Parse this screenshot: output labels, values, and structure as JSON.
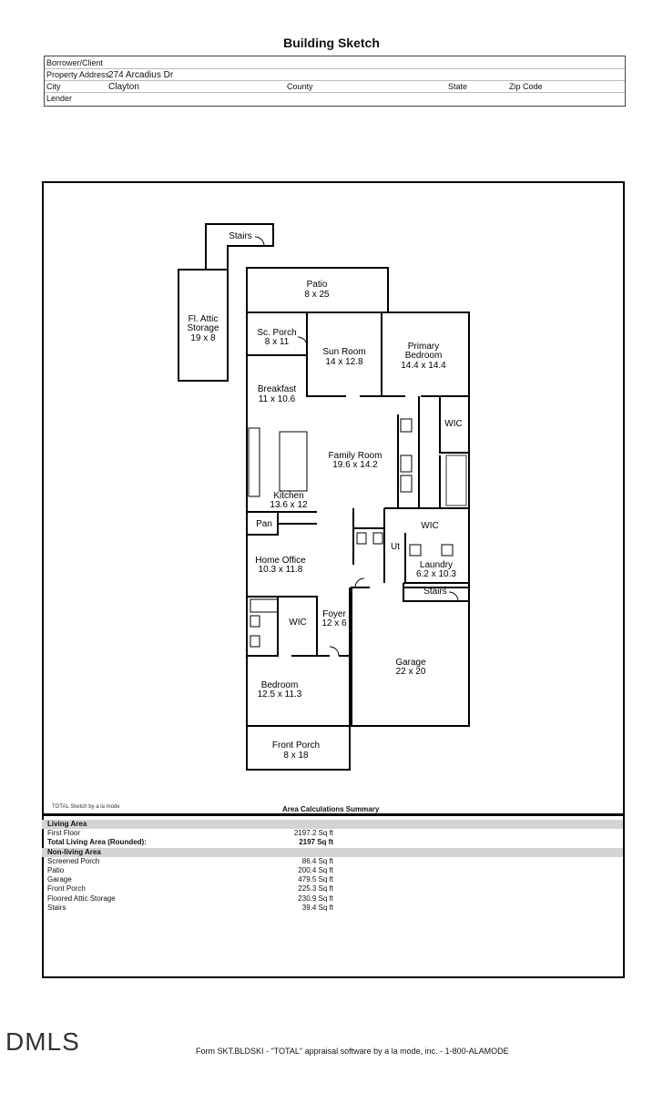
{
  "title": "Building Sketch",
  "header": {
    "borrower_label": "Borrower/Client",
    "address_label": "Property Address",
    "address": "274 Arcadius Dr",
    "city_label": "City",
    "city": "Clayton",
    "county_label": "County",
    "state_label": "State",
    "zip_label": "Zip Code",
    "lender_label": "Lender"
  },
  "rooms": {
    "stairs_top": "Stairs",
    "attic": "Fl. Attic",
    "attic2": "Storage",
    "attic_dim": "19 x 8",
    "patio": "Patio",
    "patio_dim": "8 x 25",
    "scporch": "Sc. Porch",
    "scporch_dim": "8 x 11",
    "sunroom": "Sun Room",
    "sunroom_dim": "14 x 12.8",
    "primary": "Primary",
    "primary2": "Bedroom",
    "primary_dim": "14.4 x 14.4",
    "breakfast": "Breakfast",
    "breakfast_dim": "11 x 10.6",
    "wic1": "WIC",
    "family": "Family Room",
    "family_dim": "19.6 x 14.2",
    "kitchen": "Kitchen",
    "kitchen_dim": "13.6 x 12",
    "pan": "Pan",
    "wic2": "WIC",
    "ut": "Ut",
    "office": "Home Office",
    "office_dim": "10.3 x 11.8",
    "laundry": "Laundry",
    "laundry_dim": "6.2 x 10.3",
    "stairs2": "Stairs",
    "foyer": "Foyer",
    "foyer_dim": "12 x 6",
    "wic3": "WIC",
    "garage": "Garage",
    "garage_dim": "22 x 20",
    "bedroom": "Bedroom",
    "bedroom_dim": "12.5 x 11.3",
    "frontporch": "Front Porch",
    "frontporch_dim": "8 x 18"
  },
  "summary": {
    "credit": "TOTAL Sketch by a la mode",
    "title": "Area Calculations Summary",
    "living_header": "Living Area",
    "first_floor": {
      "label": "First Floor",
      "value": "2197.2 Sq ft"
    },
    "total": {
      "label": "Total Living Area (Rounded):",
      "value": "2197 Sq ft"
    },
    "nonliving_header": "Non-living Area",
    "items": [
      {
        "label": "Screened Porch",
        "value": "86.4 Sq ft"
      },
      {
        "label": "Patio",
        "value": "200.4 Sq ft"
      },
      {
        "label": "Garage",
        "value": "479.5 Sq ft"
      },
      {
        "label": "Front Porch",
        "value": "225.3 Sq ft"
      },
      {
        "label": "Floored Attic Storage",
        "value": "230.9 Sq ft"
      },
      {
        "label": "Stairs",
        "value": "39.4 Sq ft"
      }
    ]
  },
  "footer": "Form SKT.BLDSKI - \"TOTAL\" appraisal software by a la mode, inc. - 1-800-ALAMODE",
  "logo": "DMLS"
}
